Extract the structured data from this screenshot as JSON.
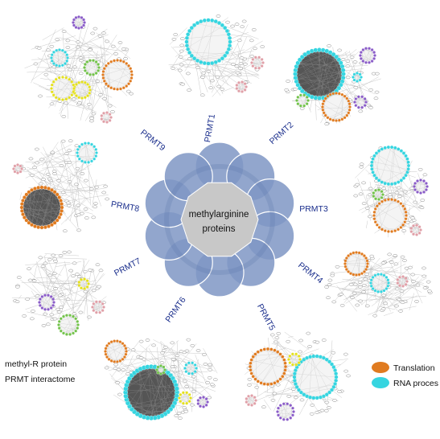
{
  "center": {
    "line1": "methylarginine",
    "line2": "proteins"
  },
  "enzymes": [
    {
      "label": "PRMT1"
    },
    {
      "label": "PRMT2"
    },
    {
      "label": "PRMT3"
    },
    {
      "label": "PRMT4"
    },
    {
      "label": "PRMT5"
    },
    {
      "label": "PRMT6"
    },
    {
      "label": "PRMT7"
    },
    {
      "label": "PRMT8"
    },
    {
      "label": "PRMT9"
    }
  ],
  "legend_left": {
    "item1": "methyl-R protein",
    "item2": "PRMT interactome"
  },
  "legend_right": {
    "item1": "Translation",
    "item2": "RNA proces"
  },
  "colors": {
    "petal": "#7f97c4",
    "petal_edge": "#ffffff",
    "core": "#c8c8c8",
    "label": "#1a2e8c",
    "translation": "#e07b20",
    "rna": "#36d5e0",
    "node_gray": "#8a8a8a",
    "purple": "#8a5cc8",
    "green": "#72c24a",
    "yellow": "#e4e01e",
    "pink": "#e0a0a8"
  }
}
